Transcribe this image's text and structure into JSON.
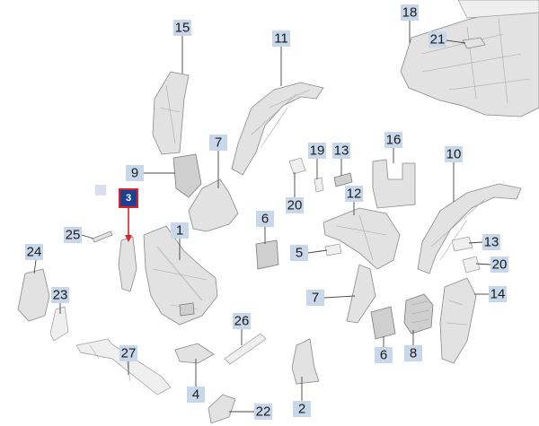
{
  "callouts": {
    "c1": "1",
    "c2": "2",
    "c3": "3",
    "c4": "4",
    "c5": "5",
    "c6a": "6",
    "c6b": "6",
    "c7a": "7",
    "c7b": "7",
    "c8": "8",
    "c9": "9",
    "c10": "10",
    "c11": "11",
    "c12": "12",
    "c13a": "13",
    "c13b": "13",
    "c14": "14",
    "c15": "15",
    "c16": "16",
    "c18": "18",
    "c19": "19",
    "c20a": "20",
    "c20b": "20",
    "c21": "21",
    "c22": "22",
    "c23": "23",
    "c24": "24",
    "c25": "25",
    "c26": "26",
    "c27": "27"
  },
  "colors": {
    "callout_bg": "#c9d7ea",
    "selected_bg": "#1f3f8f",
    "selected_border": "#d8232a"
  }
}
